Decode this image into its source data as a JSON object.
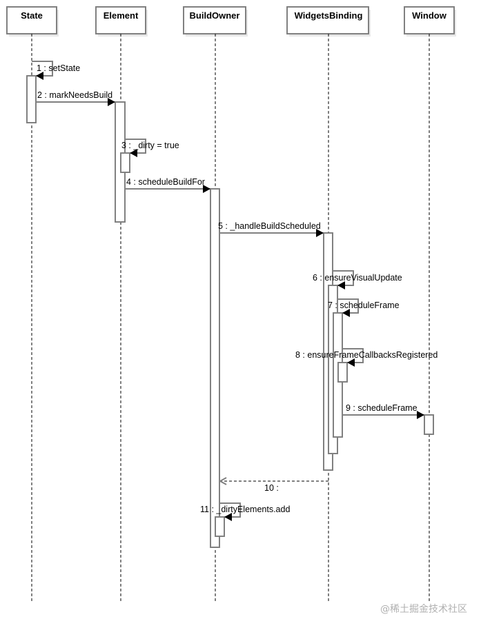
{
  "diagram": {
    "type": "sequence",
    "participants": [
      {
        "id": "state",
        "label": "State"
      },
      {
        "id": "element",
        "label": "Element"
      },
      {
        "id": "buildowner",
        "label": "BuildOwner"
      },
      {
        "id": "widgetsbinding",
        "label": "WidgetsBinding"
      },
      {
        "id": "window",
        "label": "Window"
      }
    ],
    "messages": [
      {
        "n": 1,
        "label": "1 : setState",
        "from": "state",
        "to": "state",
        "kind": "self"
      },
      {
        "n": 2,
        "label": "2 : markNeedsBuild",
        "from": "state",
        "to": "element",
        "kind": "sync"
      },
      {
        "n": 3,
        "label": "3 : _dirty = true",
        "from": "element",
        "to": "element",
        "kind": "self"
      },
      {
        "n": 4,
        "label": "4 : scheduleBuildFor",
        "from": "element",
        "to": "buildowner",
        "kind": "sync"
      },
      {
        "n": 5,
        "label": "5 : _handleBuildScheduled",
        "from": "buildowner",
        "to": "widgetsbinding",
        "kind": "sync"
      },
      {
        "n": 6,
        "label": "6 : ensureVisualUpdate",
        "from": "widgetsbinding",
        "to": "widgetsbinding",
        "kind": "self"
      },
      {
        "n": 7,
        "label": "7 : scheduleFrame",
        "from": "widgetsbinding",
        "to": "widgetsbinding",
        "kind": "self"
      },
      {
        "n": 8,
        "label": "8 : ensureFrameCallbacksRegistered",
        "from": "widgetsbinding",
        "to": "widgetsbinding",
        "kind": "self"
      },
      {
        "n": 9,
        "label": "9 : scheduleFrame",
        "from": "widgetsbinding",
        "to": "window",
        "kind": "sync"
      },
      {
        "n": 10,
        "label": "10 :",
        "from": "widgetsbinding",
        "to": "buildowner",
        "kind": "return"
      },
      {
        "n": 11,
        "label": "11 : _dirtyElements.add",
        "from": "buildowner",
        "to": "buildowner",
        "kind": "self"
      }
    ]
  },
  "watermark": "@稀土掘金技术社区"
}
